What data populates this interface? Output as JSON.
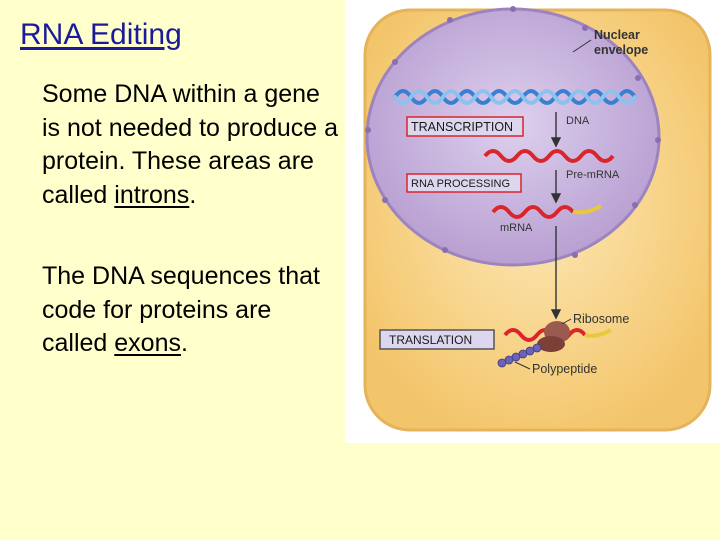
{
  "slide": {
    "title": "RNA Editing",
    "para1": {
      "text_a": "Some DNA within a gene is not needed to produce a protein. These areas are called ",
      "keyword": "introns",
      "text_b": "."
    },
    "para2": {
      "text_a": "The DNA sequences that code for proteins are called ",
      "keyword": "exons",
      "text_b": "."
    }
  },
  "figure": {
    "nuclear_envelope": "Nuclear envelope",
    "nuclear_envelope_line1": "Nuclear",
    "nuclear_envelope_line2": "envelope",
    "dna": "DNA",
    "transcription": "TRANSCRIPTION",
    "pre_mrna": "Pre-mRNA",
    "rna_processing": "RNA PROCESSING",
    "mrna": "mRNA",
    "ribosome": "Ribosome",
    "translation": "TRANSLATION",
    "polypeptide": "Polypeptide",
    "colors": {
      "cell": "#f7cf7c",
      "nucleus": "#cbb3dc",
      "dna": "#3a7fd0",
      "rna": "#d9252b",
      "label_box": "#d9d9f0"
    }
  }
}
